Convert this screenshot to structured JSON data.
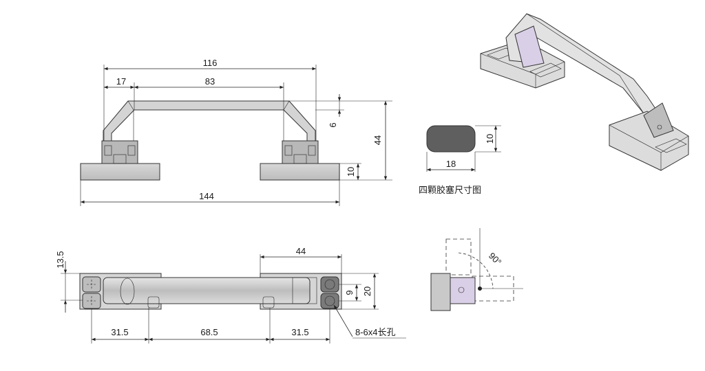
{
  "front_view": {
    "dims": {
      "overall_top": "116",
      "left_offset": "17",
      "inner_span": "83",
      "thickness": "6",
      "height": "44",
      "base_height": "10",
      "overall_bottom": "144"
    }
  },
  "plug_detail": {
    "dims": {
      "height": "10",
      "width": "18"
    },
    "caption": "四颗胶塞尺寸图"
  },
  "top_view": {
    "dims": {
      "base_depth": "13.5",
      "base_length": "44",
      "slot_spacing": "9",
      "base_width": "20",
      "left_span": "31.5",
      "middle_span": "68.5",
      "right_span": "31.5"
    },
    "hole_note": "8-6x4长孔"
  },
  "rotation_view": {
    "angle_label": "90°"
  },
  "colors": {
    "part_gray": "#c8c8c8",
    "part_dark": "#8a8a8a",
    "lavender": "#d9cfe6",
    "plug": "#5f5f5f"
  }
}
